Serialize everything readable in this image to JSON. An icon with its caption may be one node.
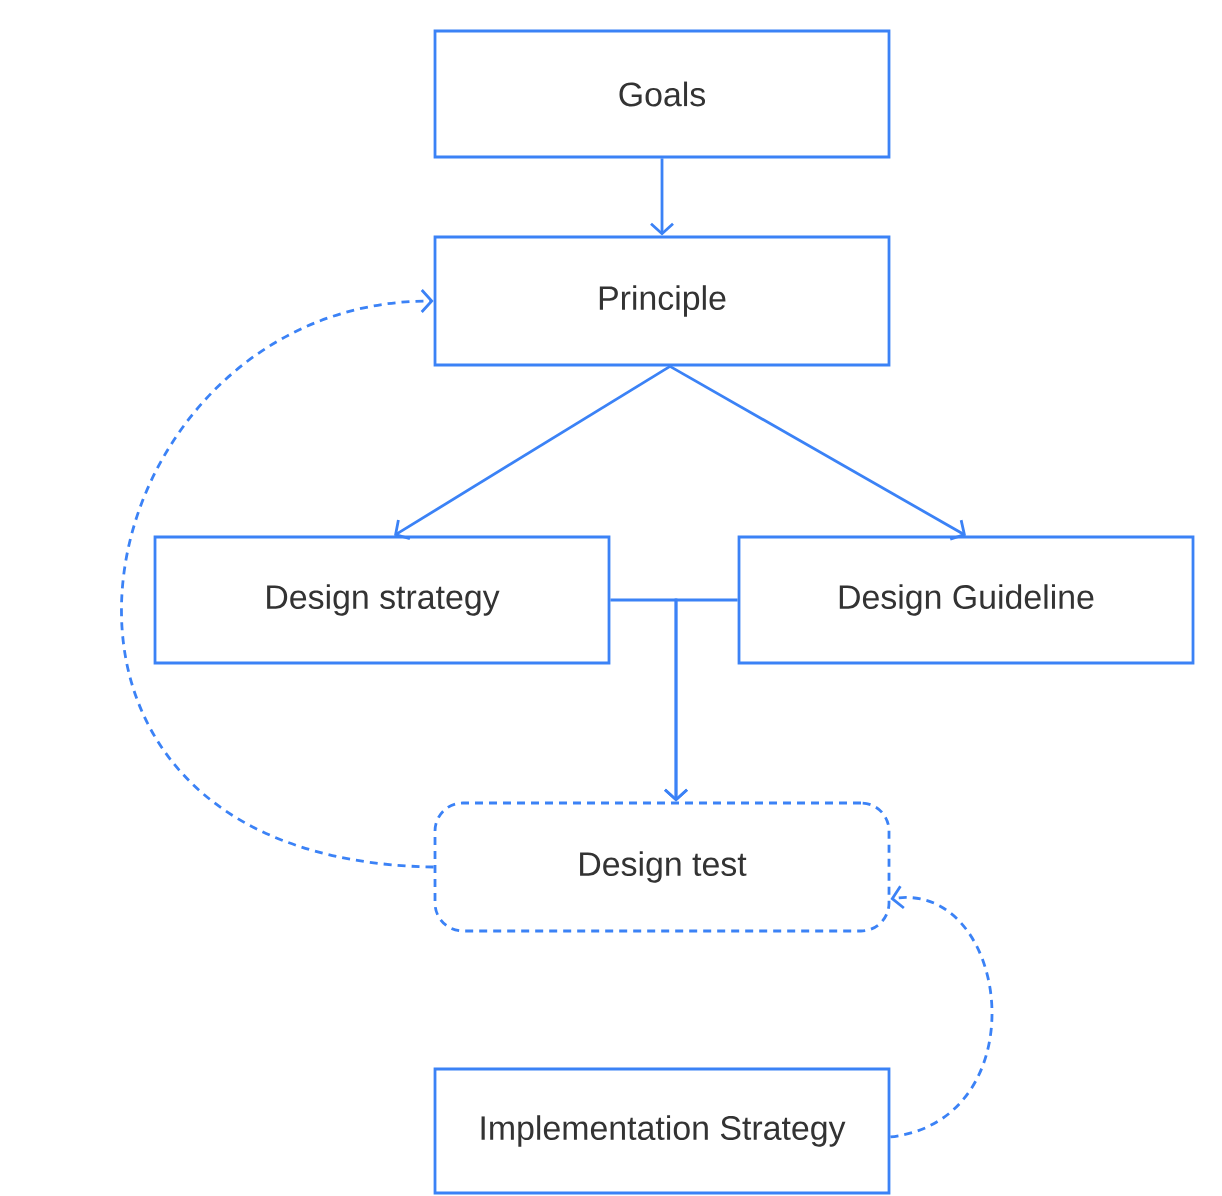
{
  "diagram": {
    "nodes": [
      {
        "text": [
          "Goals"
        ]
      },
      {
        "text": [
          "Principle"
        ]
      },
      {
        "text": [
          "Design strategy"
        ]
      },
      {
        "text": [
          "Design Guideline"
        ]
      },
      {
        "text": [
          "Design test"
        ]
      },
      {
        "text": [
          "Implementation Strategy"
        ]
      }
    ],
    "edges": [
      {
        "from": 0,
        "to": 1,
        "arrow": "to"
      },
      {
        "from": 1,
        "to": 2,
        "arrow": "to"
      },
      {
        "from": 1,
        "to": 3,
        "arrow": "to"
      },
      {
        "from": 2,
        "to": 4,
        "arrow": "to"
      },
      {
        "from": 3,
        "to": 4,
        "arrow": "to"
      },
      {
        "from": 4,
        "to": 1,
        "arrow": "to",
        "style": "dashed"
      },
      {
        "from": 5,
        "to": 4,
        "arrow": "to",
        "style": "dashed"
      }
    ]
  }
}
